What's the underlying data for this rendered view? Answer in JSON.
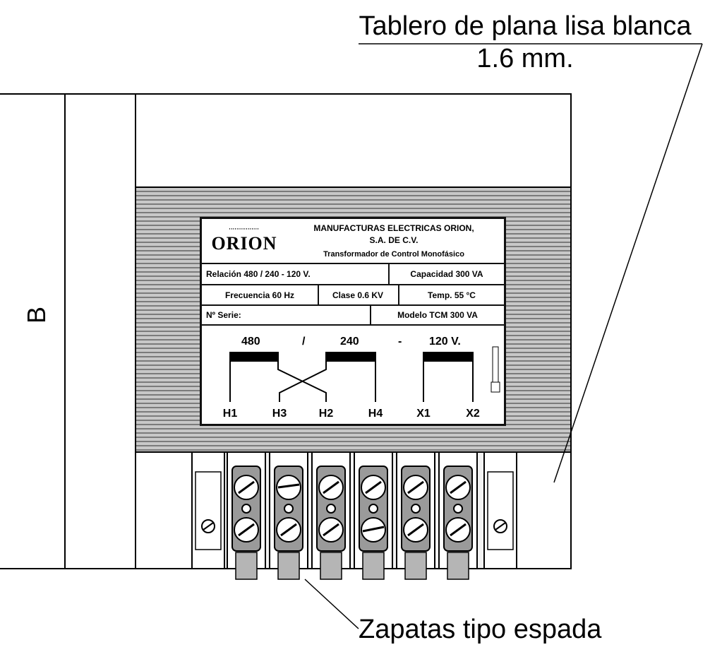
{
  "labels": {
    "board_line1": "Tablero de plana lisa blanca",
    "board_line2": "1.6 mm.",
    "terminals": "Zapatas tipo espada",
    "dimension": "B"
  },
  "nameplate": {
    "logo": "ORION",
    "manufacturer_line1": "MANUFACTURAS ELECTRICAS ORION,",
    "manufacturer_line2": "S.A. DE C.V.",
    "product": "Transformador de Control Monofásico",
    "relation": "Relación   480 / 240 - 120 V.",
    "capacity": "Capacidad 300 VA",
    "frequency": "Frecuencia 60 Hz",
    "class": "Clase 0.6 KV",
    "temp": "Temp. 55 °C",
    "serial": "Nº Serie:",
    "model": "Modelo   TCM 300 VA",
    "voltages": [
      "480",
      "/",
      "240",
      "-",
      "120 V."
    ],
    "terminals": [
      "H1",
      "H3",
      "H2",
      "H4",
      "X1",
      "X2"
    ]
  }
}
